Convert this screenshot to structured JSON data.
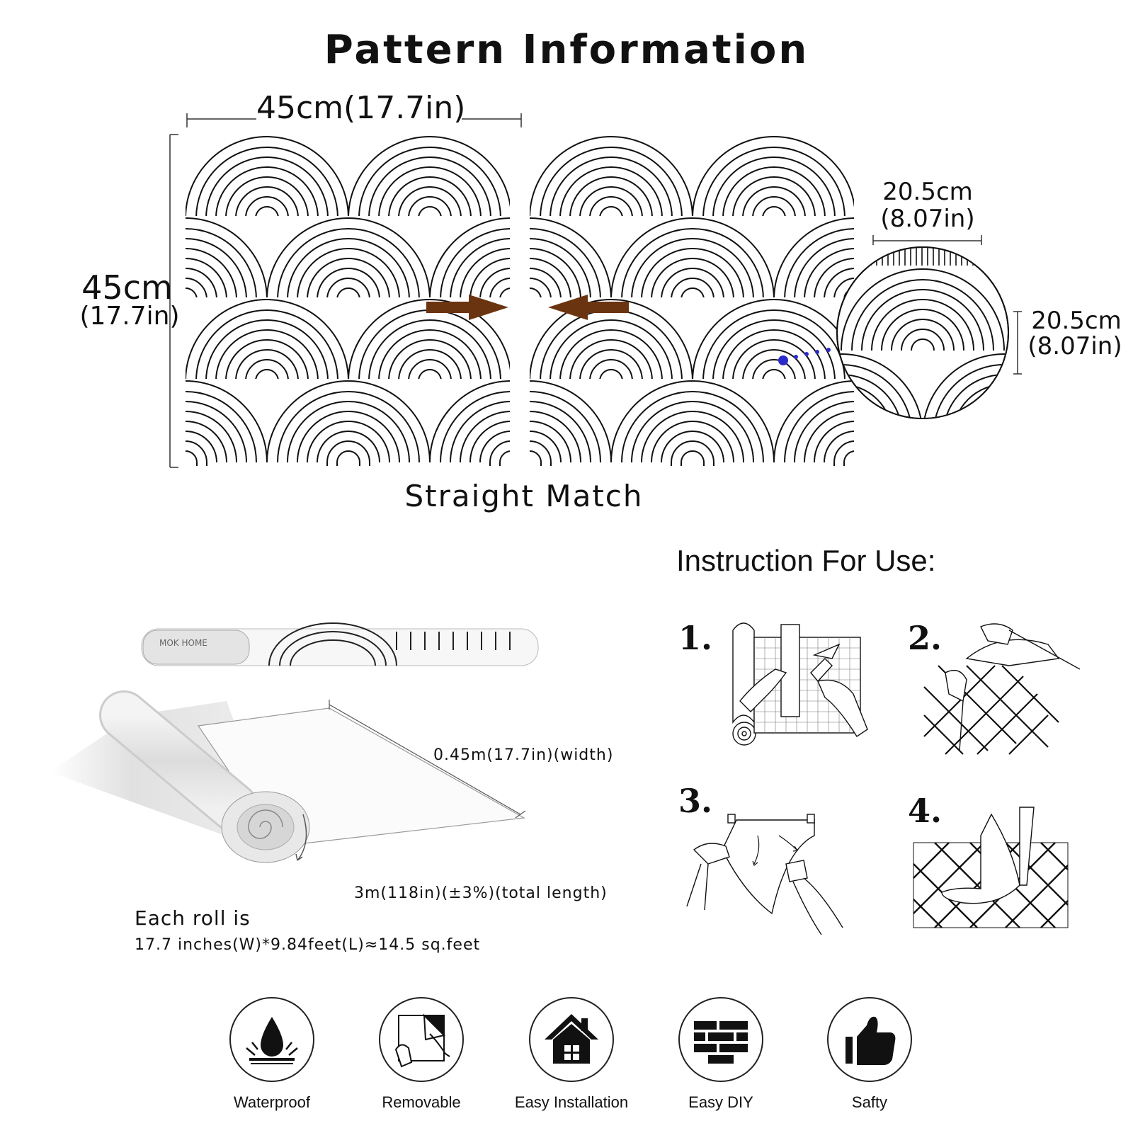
{
  "header": {
    "title": "Pattern Information"
  },
  "pattern": {
    "width_label": "45cm(17.7in)",
    "height_cm": "45cm",
    "height_in": "(17.7in)",
    "repeat_width_cm": "20.5cm",
    "repeat_width_in": "(8.07in)",
    "repeat_height_cm": "20.5cm",
    "repeat_height_in": "(8.07in)",
    "match_type": "Straight Match",
    "arrow_color": "#6b3410",
    "dot_color": "#2b2bcc"
  },
  "roll": {
    "width_label": "0.45m(17.7in)(width)",
    "length_label": "3m(118in)(±3%)(total length)",
    "each_roll_line1": "Each roll is",
    "each_roll_line2": "17.7 inches(W)*9.84feet(L)≈14.5 sq.feet"
  },
  "instructions": {
    "title": "Instruction For Use:",
    "steps": [
      {
        "number": "1."
      },
      {
        "number": "2."
      },
      {
        "number": "3."
      },
      {
        "number": "4."
      }
    ]
  },
  "features": [
    {
      "label": "Waterproof",
      "icon": "water-drop-icon"
    },
    {
      "label": "Removable",
      "icon": "peel-sheet-icon"
    },
    {
      "label": "Easy Installation",
      "icon": "house-icon"
    },
    {
      "label": "Easy DIY",
      "icon": "brick-wall-icon"
    },
    {
      "label": "Safty",
      "icon": "thumbs-up-icon"
    }
  ]
}
